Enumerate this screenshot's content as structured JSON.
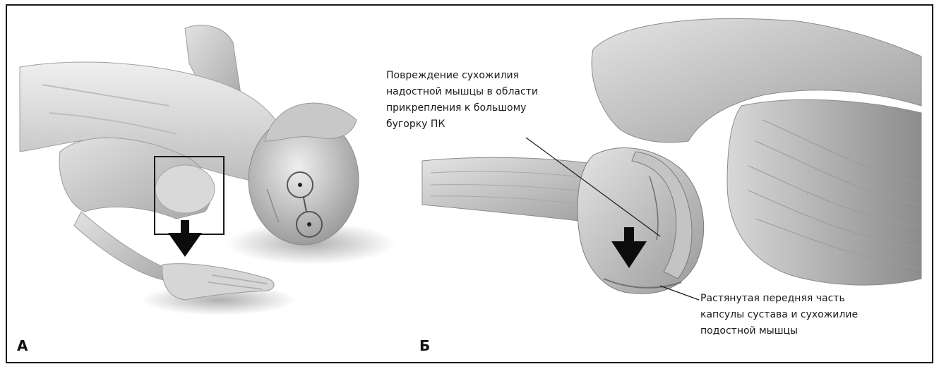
{
  "panels": {
    "a": {
      "letter": "A",
      "figure": "patient-prone-arm-under-shoulder"
    },
    "b": {
      "letter": "Б",
      "figure": "shoulder-joint-anatomy"
    }
  },
  "callouts": {
    "supraspinatus": "Повреждение сухожилия\nнадостной мышцы в области\nприкрепления к большому\nбугорку ПК",
    "capsule": "Растянутая передняя часть\nкапсулы сустава и сухожилие\nподостной мышцы"
  },
  "colors": {
    "skin_light": "#e6e6e6",
    "skin_mid": "#c9c9c9",
    "skin_dark": "#8f8f8f",
    "outline": "#1a1a1a",
    "arrow": "#0c0c0c"
  },
  "icons": {
    "force_arrow_a": "down-arrow-icon",
    "force_arrow_b": "down-arrow-icon"
  }
}
